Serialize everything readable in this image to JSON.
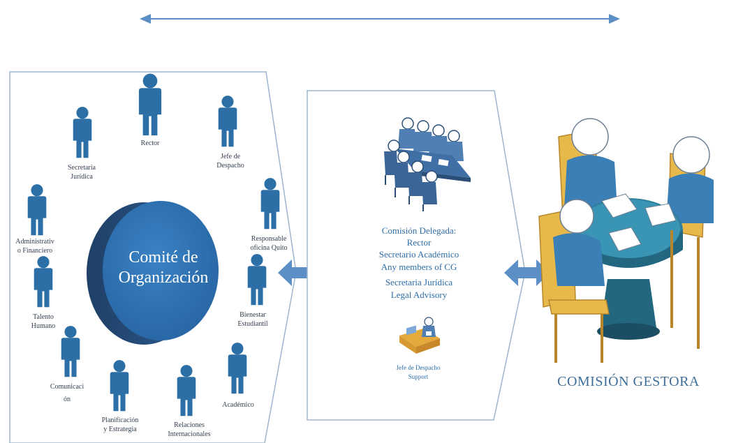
{
  "colors": {
    "person": "#2b6fa6",
    "circle": "#2f6fae",
    "arrow": "#5b8fc6",
    "panel_border": "#9db6cf",
    "table": "#2e7f9c",
    "chair": "#e7b84a",
    "label_text": "#333f4f",
    "blue_text": "#2d6ea8",
    "gestora_text": "#3f6f9a"
  },
  "top_arrow": {
    "icon": "double-headed-arrow"
  },
  "committee": {
    "circle_title_line1": "Comité de",
    "circle_title_line2": "Organización",
    "members": [
      {
        "id": "rector",
        "lines": [
          "Rector"
        ]
      },
      {
        "id": "jefe-despacho",
        "lines": [
          "Jefe de",
          "Despacho"
        ]
      },
      {
        "id": "secretaria-juridica",
        "lines": [
          "Secretaria",
          "Jurídica"
        ]
      },
      {
        "id": "responsable-quito",
        "lines": [
          "Responsable",
          "oficina Quito"
        ]
      },
      {
        "id": "administrativo-financiero",
        "lines": [
          "Administrativ",
          "o Financiero"
        ]
      },
      {
        "id": "bienestar-estudiantil",
        "lines": [
          "Bienestar",
          "Estudiantil"
        ]
      },
      {
        "id": "talento-humano",
        "lines": [
          "Talento",
          "Humano"
        ]
      },
      {
        "id": "comunicacion",
        "lines": [
          "Comunicaci",
          "ón"
        ]
      },
      {
        "id": "academico",
        "lines": [
          "Académico"
        ]
      },
      {
        "id": "planificacion",
        "lines": [
          "Planificación",
          "y Estrategia"
        ]
      },
      {
        "id": "relaciones",
        "lines": [
          "Relaciones",
          "Internacionales"
        ]
      }
    ]
  },
  "delegada": {
    "lines": [
      "Comisión Delegada:",
      "Rector",
      "Secretario Académico",
      "Any members of CG",
      "Secretaria Jurídica",
      "Legal Advisory"
    ],
    "support_lines": [
      "Jefe de Despacho",
      "Support"
    ],
    "icons": [
      "meeting-table-icon",
      "support-desk-icon"
    ]
  },
  "gestora": {
    "title": "COMISIÓN GESTORA",
    "icon": "round-table-meeting-icon"
  }
}
